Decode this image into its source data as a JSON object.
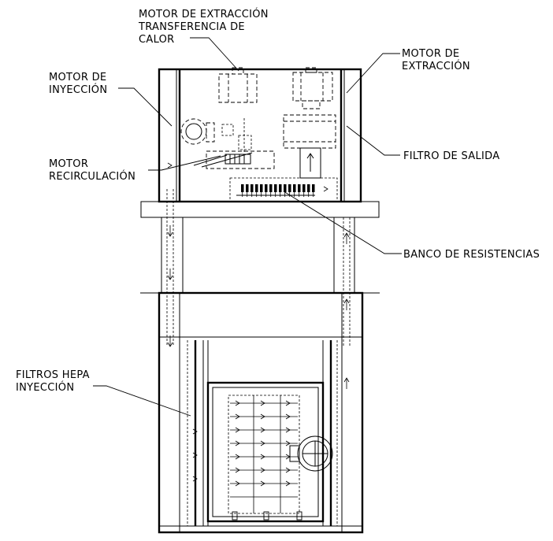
{
  "labels": {
    "motor_extraccion_tc": [
      "MOTOR DE EXTRACCIÓN",
      "TRANSFERENCIA DE",
      "CALOR"
    ],
    "motor_extraccion": [
      "MOTOR DE",
      "EXTRACCIÓN"
    ],
    "motor_inyeccion": [
      "MOTOR DE",
      "INYECCIÓN"
    ],
    "motor_recirculacion": [
      "MOTOR",
      "RECIRCULACIÓN"
    ],
    "filtro_salida": [
      "FILTRO DE SALIDA"
    ],
    "banco_resistencias": [
      "BANCO DE RESISTENCIAS"
    ],
    "filtros_hepa": [
      "FILTROS HEPA",
      "INYECCIÓN"
    ]
  }
}
